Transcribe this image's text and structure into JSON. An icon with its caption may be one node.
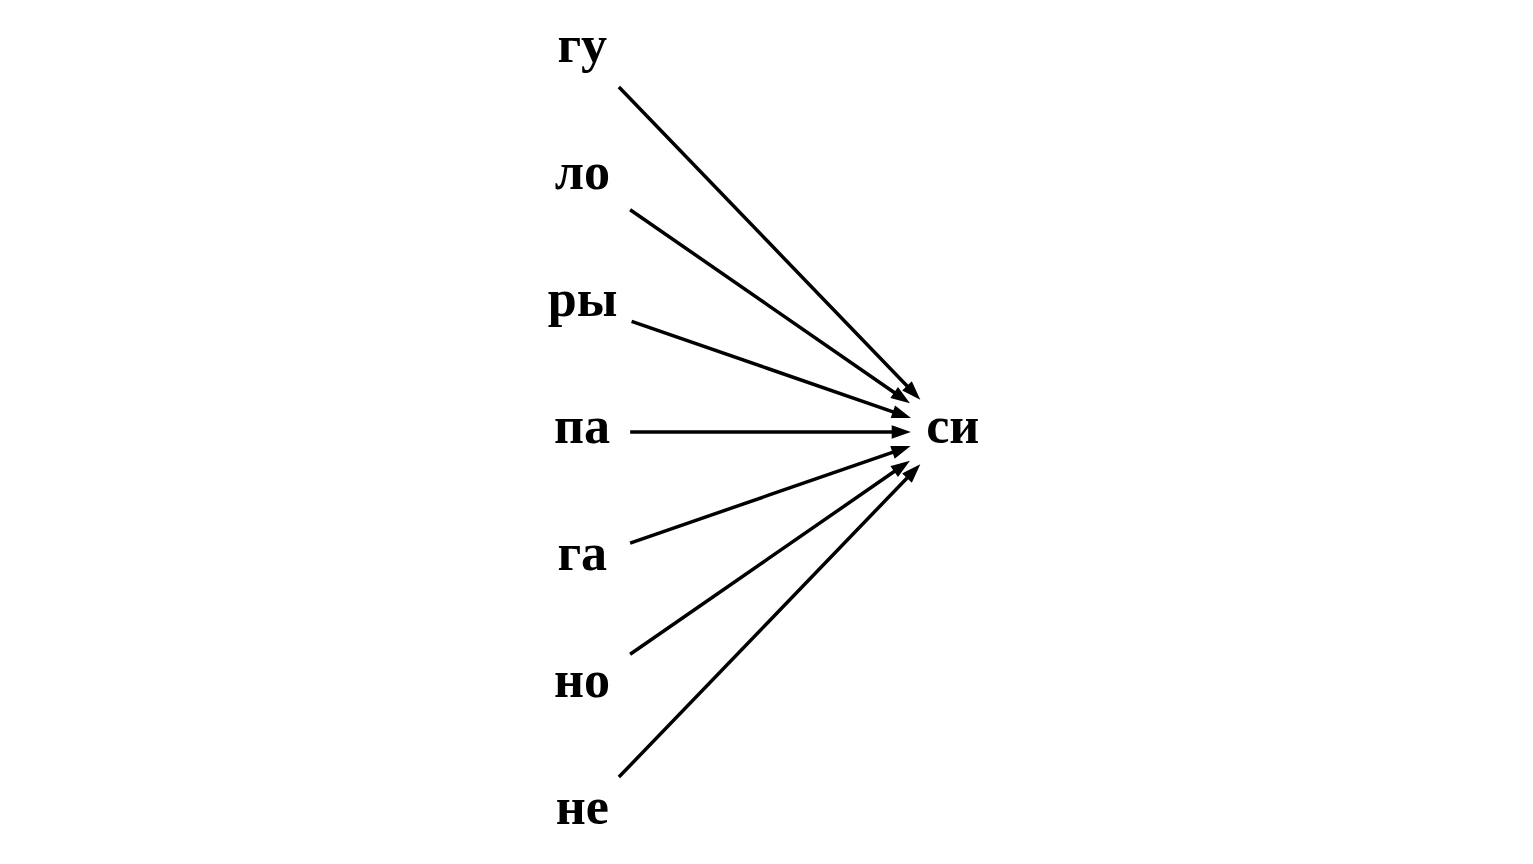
{
  "diagram": {
    "nodes": [
      {
        "text": [
          "гу"
        ]
      },
      {
        "text": [
          "ло"
        ]
      },
      {
        "text": [
          "ры"
        ]
      },
      {
        "text": [
          "па"
        ]
      },
      {
        "text": [
          "га"
        ]
      },
      {
        "text": [
          "но"
        ]
      },
      {
        "text": [
          "не"
        ]
      },
      {
        "text": [
          "си"
        ]
      }
    ],
    "edges": [
      {
        "from": 0,
        "to": 7,
        "arrow": "to"
      },
      {
        "from": 1,
        "to": 7,
        "arrow": "to"
      },
      {
        "from": 2,
        "to": 7,
        "arrow": "to"
      },
      {
        "from": 3,
        "to": 7,
        "arrow": "to"
      },
      {
        "from": 4,
        "to": 7,
        "arrow": "to"
      },
      {
        "from": 5,
        "to": 7,
        "arrow": "to"
      },
      {
        "from": 6,
        "to": 7,
        "arrow": "to"
      }
    ]
  }
}
